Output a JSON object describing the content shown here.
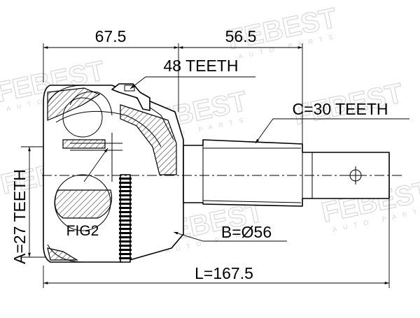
{
  "watermark": {
    "brand": "FEBEST",
    "tagline": "AUTO PARTS"
  },
  "dimensions": {
    "body_length": "67.5",
    "shaft_length": "56.5",
    "total_length": "L=167.5",
    "diameter": "B=Ø56"
  },
  "labels": {
    "outer_teeth": "48 TEETH",
    "spline_teeth": "C=30 TEETH",
    "inner_teeth": "A=27 TEETH",
    "figure": "FIG2"
  },
  "colors": {
    "line": "#000000",
    "watermark": "#dcdcdc",
    "background": "#ffffff"
  }
}
